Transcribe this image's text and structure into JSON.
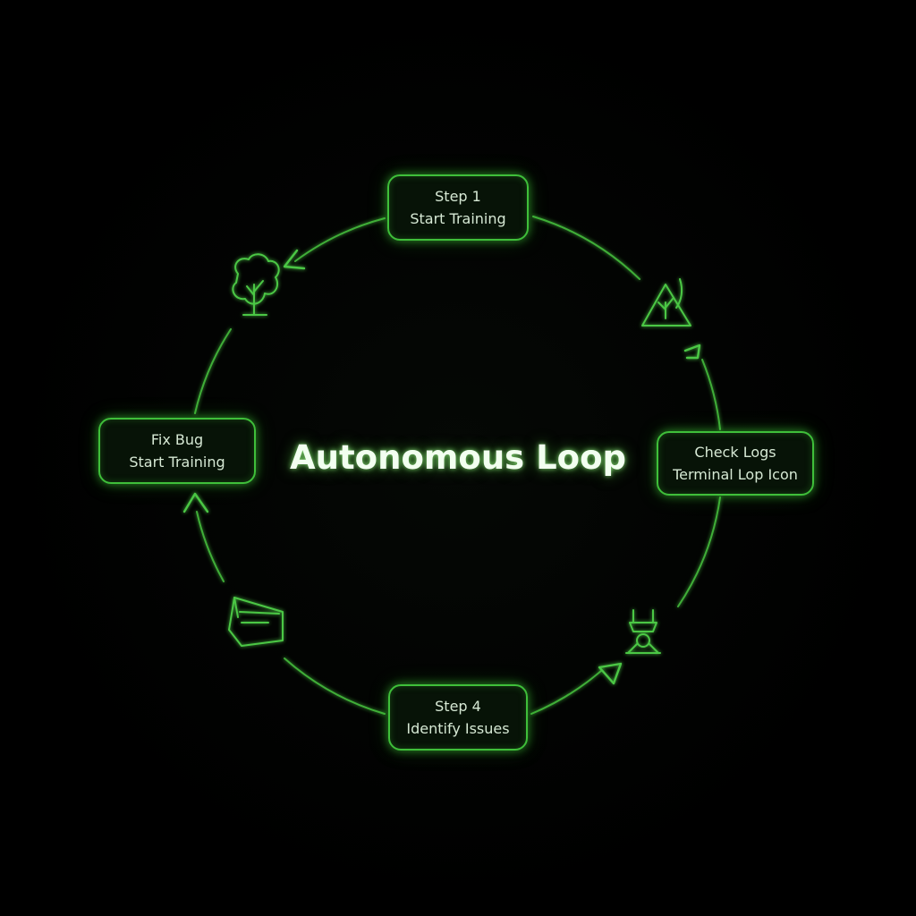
{
  "title": "Autonomous Loop",
  "accent_color": "#3fbf3a",
  "glow_color": "#5fe05a",
  "nodes": {
    "top": {
      "line1": "Step 1",
      "line2": "Start Training"
    },
    "right": {
      "line1": "Check Logs",
      "line2": "Terminal Lop Icon"
    },
    "bottom": {
      "line1": "Step 4",
      "line2": "Identify Issues"
    },
    "left": {
      "line1": "Fix Bug",
      "line2": "Start Training"
    }
  },
  "icons": [
    "tree-icon",
    "warning-triangle-icon",
    "robot-icon",
    "terminal-window-icon"
  ],
  "flow": "counter-clockwise"
}
